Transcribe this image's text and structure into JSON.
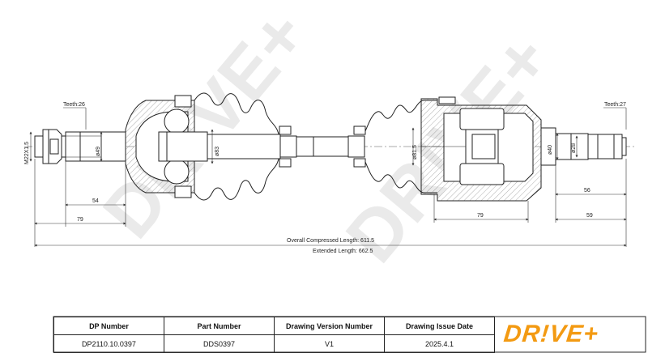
{
  "drawing": {
    "teeth_left": "Teeth:26",
    "teeth_right": "Teeth:27",
    "thread": "M22X1.5",
    "dims": {
      "d49": "ø49",
      "d83": "ø83",
      "d81_5": "ø81.5",
      "d40": "ø40",
      "d28": "ø28",
      "l54": "54",
      "l79_left": "79",
      "l79_right": "79",
      "l56": "56",
      "l59": "59"
    },
    "overall_compressed": "Overall  Compressed  Length: 611.5",
    "extended": "Extended  Length: 662.5"
  },
  "table": {
    "headers": [
      "DP Number",
      "Part Number",
      "Drawing Version Number",
      "Drawing Issue Date"
    ],
    "values": [
      "DP2110.10.0397",
      "DDS0397",
      "V1",
      "2025.4.1"
    ]
  },
  "brand": {
    "logo_text": "DR!VE+",
    "color": "#f39a12"
  }
}
